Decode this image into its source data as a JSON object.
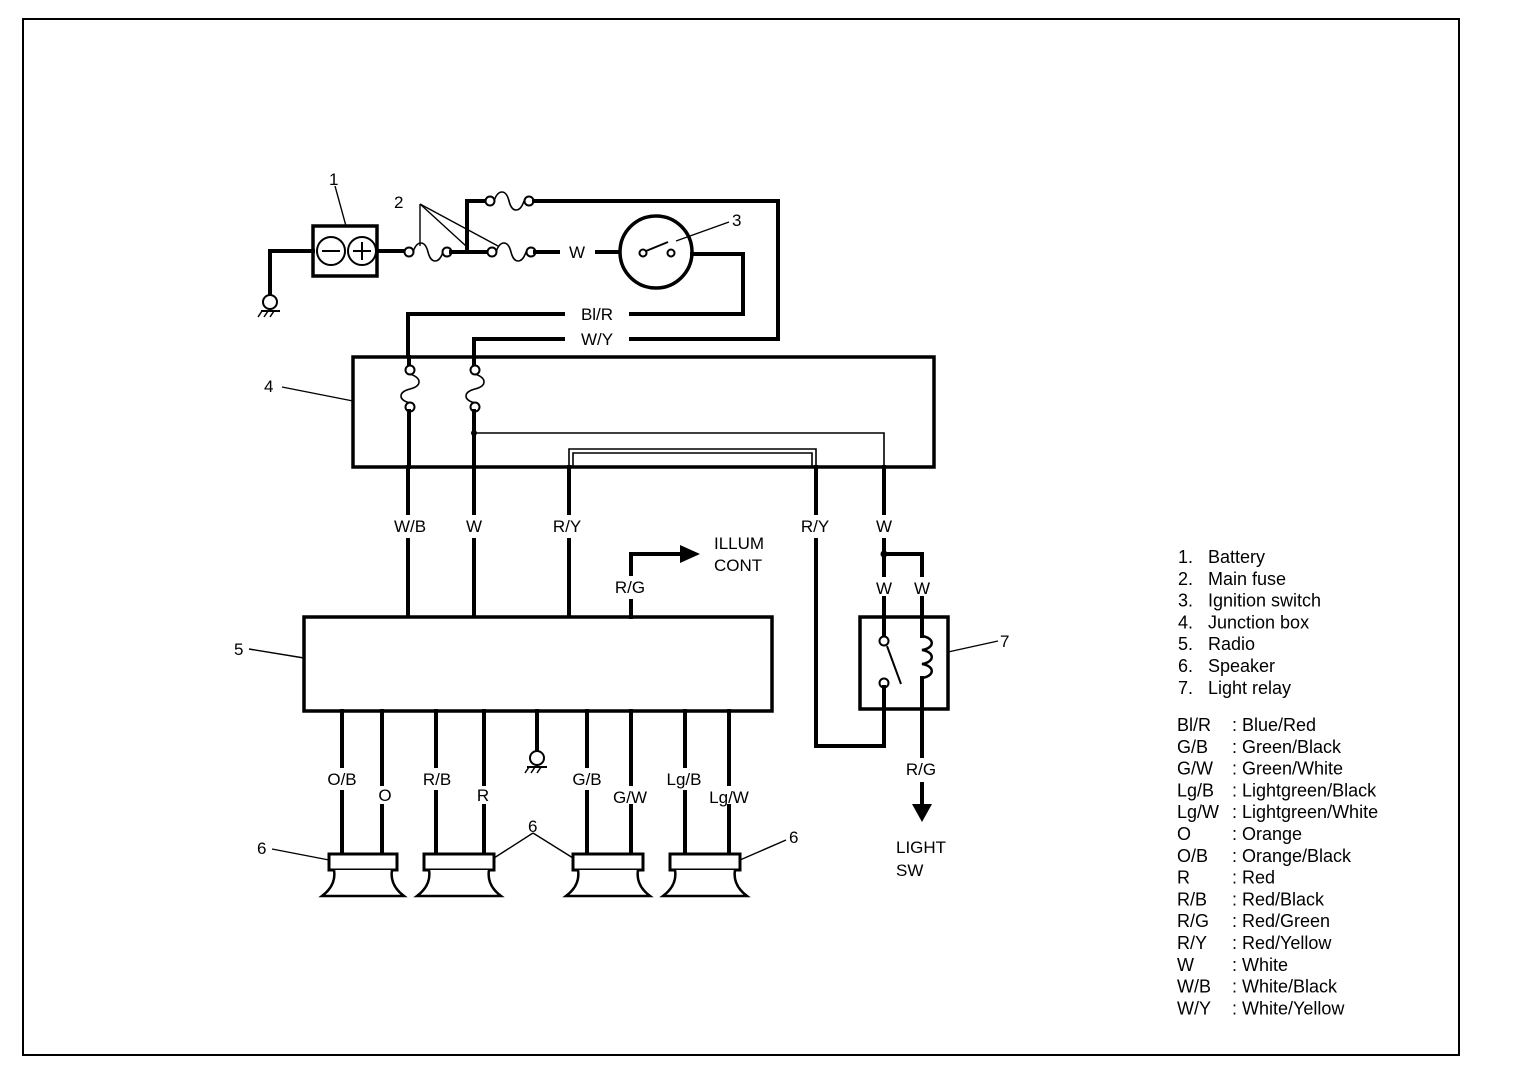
{
  "callouts": [
    "1",
    "2",
    "3",
    "4",
    "5",
    "6",
    "6",
    "6",
    "7"
  ],
  "wire_labels": {
    "w_top": "W",
    "bl_r": "Bl/R",
    "w_y": "W/Y",
    "w_b": "W/B",
    "w_jb": "W",
    "r_y_1": "R/Y",
    "r_y_2": "R/Y",
    "w_jb2": "W",
    "w_relay_1": "W",
    "w_relay_2": "W",
    "r_g_radio": "R/G",
    "r_g_light": "R/G",
    "o_b": "O/B",
    "o": "O",
    "r_b": "R/B",
    "r": "R",
    "g_b": "G/B",
    "g_w": "G/W",
    "lg_b": "Lg/B",
    "lg_w": "Lg/W"
  },
  "illum_cont": [
    "ILLUM",
    "CONT"
  ],
  "light_sw": [
    "LIGHT",
    "SW"
  ],
  "components": [
    {
      "num": "1.",
      "name": "Battery"
    },
    {
      "num": "2.",
      "name": "Main fuse"
    },
    {
      "num": "3.",
      "name": "Ignition switch"
    },
    {
      "num": "4.",
      "name": "Junction box"
    },
    {
      "num": "5.",
      "name": "Radio"
    },
    {
      "num": "6.",
      "name": "Speaker"
    },
    {
      "num": "7.",
      "name": "Light relay"
    }
  ],
  "color_codes": [
    {
      "code": "Bl/R",
      "name": ": Blue/Red"
    },
    {
      "code": "G/B",
      "name": ": Green/Black"
    },
    {
      "code": "G/W",
      "name": ": Green/White"
    },
    {
      "code": "Lg/B",
      "name": ": Lightgreen/Black"
    },
    {
      "code": "Lg/W",
      "name": ": Lightgreen/White"
    },
    {
      "code": "O",
      "name": ": Orange"
    },
    {
      "code": "O/B",
      "name": ": Orange/Black"
    },
    {
      "code": "R",
      "name": ": Red"
    },
    {
      "code": "R/B",
      "name": ": Red/Black"
    },
    {
      "code": "R/G",
      "name": ": Red/Green"
    },
    {
      "code": "R/Y",
      "name": ": Red/Yellow"
    },
    {
      "code": "W",
      "name": ": White"
    },
    {
      "code": "W/B",
      "name": ": White/Black"
    },
    {
      "code": "W/Y",
      "name": ": White/Yellow"
    }
  ]
}
